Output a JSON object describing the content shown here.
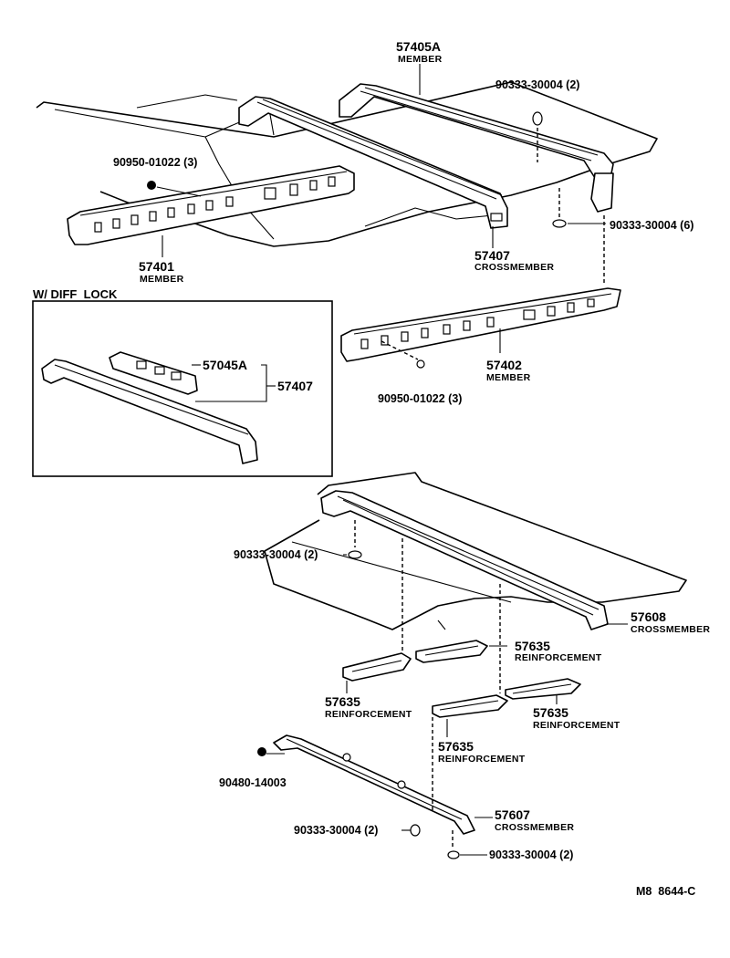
{
  "labels": {
    "p57405A": {
      "number": "57405A",
      "name": "MEMBER"
    },
    "p90333_top": "90333-30004 (2)",
    "p90950_top": "90950-01022 (3)",
    "p90333_six": "90333-30004 (6)",
    "p57401": {
      "number": "57401",
      "name": "MEMBER"
    },
    "p57407": {
      "number": "57407",
      "name": "CROSSMEMBER"
    },
    "diff_lock_title": "W/ DIFF  LOCK",
    "p57045A": "57045A",
    "p57407_inset": "57407",
    "p57402": {
      "number": "57402",
      "name": "MEMBER"
    },
    "p90950_mid": "90950-01022 (3)",
    "p90333_left": "90333-30004 (2)",
    "p57608": {
      "number": "57608",
      "name": "CROSSMEMBER"
    },
    "p57635_a": {
      "number": "57635",
      "name": "REINFORCEMENT"
    },
    "p57635_b": {
      "number": "57635",
      "name": "REINFORCEMENT"
    },
    "p57635_c": {
      "number": "57635",
      "name": "REINFORCEMENT"
    },
    "p57635_d": {
      "number": "57635",
      "name": "REINFORCEMENT"
    },
    "p90480": "90480-14003",
    "p57607": {
      "number": "57607",
      "name": "CROSSMEMBER"
    },
    "p90333_bot_left": "90333-30004 (2)",
    "p90333_bot_right": "90333-30004 (2)",
    "ref_code": "M8  8644-C"
  }
}
